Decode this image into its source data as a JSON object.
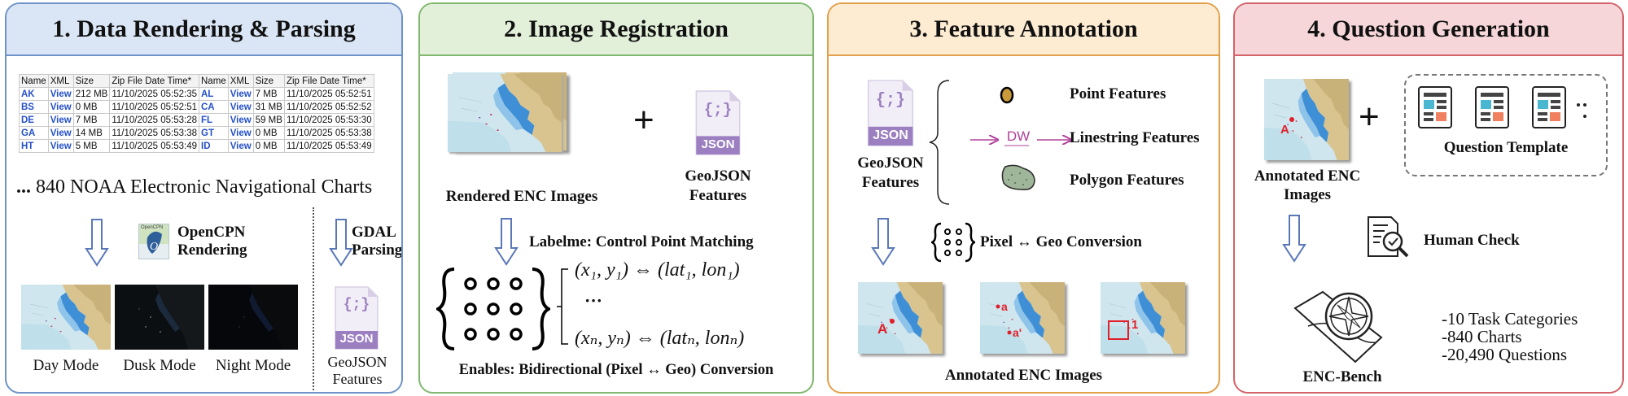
{
  "panels": {
    "p1": {
      "title": "1. Data Rendering & Parsing",
      "table_headers": [
        "Name",
        "XML",
        "Size",
        "Zip File Date Time*",
        "Name",
        "XML",
        "Size",
        "Zip File Date Time*"
      ],
      "table_rows": [
        [
          "AK",
          "View",
          "212 MB",
          "11/10/2025 05:52:35",
          "AL",
          "View",
          "7 MB",
          "11/10/2025 05:52:51"
        ],
        [
          "BS",
          "View",
          "0 MB",
          "11/10/2025 05:52:51",
          "CA",
          "View",
          "31 MB",
          "11/10/2025 05:52:52"
        ],
        [
          "DE",
          "View",
          "7 MB",
          "11/10/2025 05:53:28",
          "FL",
          "View",
          "59 MB",
          "11/10/2025 05:53:30"
        ],
        [
          "GA",
          "View",
          "14 MB",
          "11/10/2025 05:53:38",
          "GT",
          "View",
          "0 MB",
          "11/10/2025 05:53:38"
        ],
        [
          "HT",
          "View",
          "5 MB",
          "11/10/2025 05:53:49",
          "ID",
          "View",
          "0 MB",
          "11/10/2025 05:53:49"
        ]
      ],
      "ellipsis": "...",
      "charts_caption": "840 NOAA Electronic Navigational Charts",
      "opencpn_label": "OpenCPN\nRendering",
      "opencpn_logo": "OpenCPN",
      "gdal_label": "GDAL\nParsing",
      "day_mode": "Day Mode",
      "dusk_mode": "Dusk Mode",
      "night_mode": "Night Mode",
      "json_glyph": "{;}",
      "json_text": "JSON",
      "geojson_features": "GeoJSON\nFeatures"
    },
    "p2": {
      "title": "2. Image Registration",
      "plus": "+",
      "json_glyph": "{;}",
      "json_text": "JSON",
      "rendered_label": "Rendered ENC Images",
      "geojson_label": "GeoJSON\nFeatures",
      "labelme": "Labelme: Control Point Matching",
      "eq1": "(x₁, y₁) ⇔ (lat₁, lon₁)",
      "eq_dots": "···",
      "eq2": "(xₙ, yₙ) ⇔ (latₙ, lonₙ)",
      "enables": "Enables: Bidirectional (Pixel ↔ Geo) Conversion"
    },
    "p3": {
      "title": "3. Feature Annotation",
      "json_glyph": "{;}",
      "json_text": "JSON",
      "geojson_label": "GeoJSON\nFeatures",
      "point_features": "Point Features",
      "dw": "DW",
      "linestring_features": "Linestring Features",
      "polygon_features": "Polygon Features",
      "conversion": "Pixel ↔ Geo Conversion",
      "marker_a": "A",
      "marker_a_small": "a",
      "marker_a_prime": "a'",
      "marker_1": "1",
      "annotated_label": "Annotated ENC Images"
    },
    "p4": {
      "title": "4. Question Generation",
      "marker_a": "A",
      "plus": "+",
      "annotated_label": "Annotated ENC\nImages",
      "question_template": "Question Template",
      "human_check": "Human Check",
      "bench_label": "ENC-Bench",
      "stats": [
        "-10 Task Categories",
        "-840 Charts",
        "-20,490 Questions"
      ]
    }
  },
  "colors": {
    "p1_border": "#6f93c9",
    "p2_border": "#7fb86e",
    "p3_border": "#e2a04a",
    "p4_border": "#d4626a",
    "json_purple": "#9b7fc0",
    "arrow_blue": "#5a78b8",
    "marker_red": "#e0202a",
    "line_magenta": "#b0409a"
  }
}
